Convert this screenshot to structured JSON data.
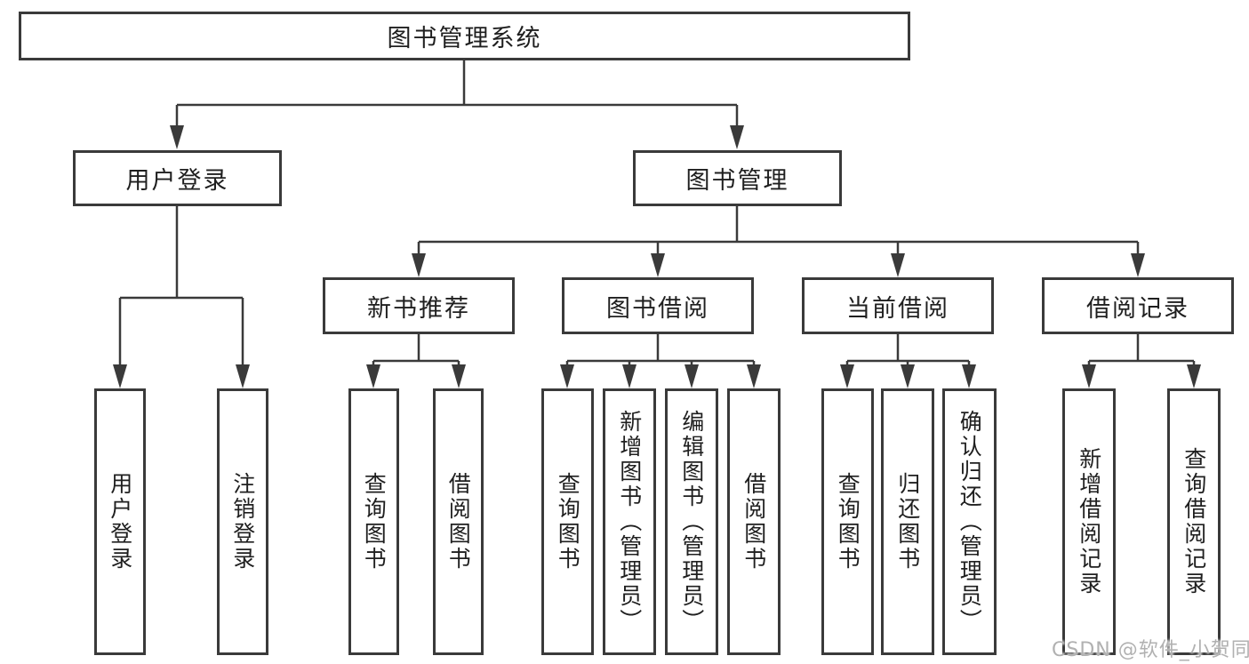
{
  "diagram": {
    "title": "图书管理系统",
    "branches": {
      "user_login": "用户登录",
      "book_mgmt": "图书管理"
    },
    "modules": {
      "new_book_recommend": "新书推荐",
      "book_borrow": "图书借阅",
      "current_borrow": "当前借阅",
      "borrow_records": "借阅记录"
    },
    "leaves": {
      "user_login_leaf": "用户登录",
      "logout": "注销登录",
      "recommend_query": "查询图书",
      "recommend_borrow": "借阅图书",
      "borrow_query": "查询图书",
      "borrow_add": "新增图书（管理员）",
      "borrow_edit": "编辑图书（管理员）",
      "borrow_borrow": "借阅图书",
      "current_query": "查询图书",
      "current_return": "归还图书",
      "current_confirm": "确认归还（管理员）",
      "records_add": "新增借阅记录",
      "records_query": "查询借阅记录"
    },
    "watermark": "CSDN @软件_小贺同学",
    "colors": {
      "line": "#3a3a3a",
      "text": "#1f1f1f",
      "watermark": "#b1b1b1",
      "background": "#ffffff"
    }
  }
}
